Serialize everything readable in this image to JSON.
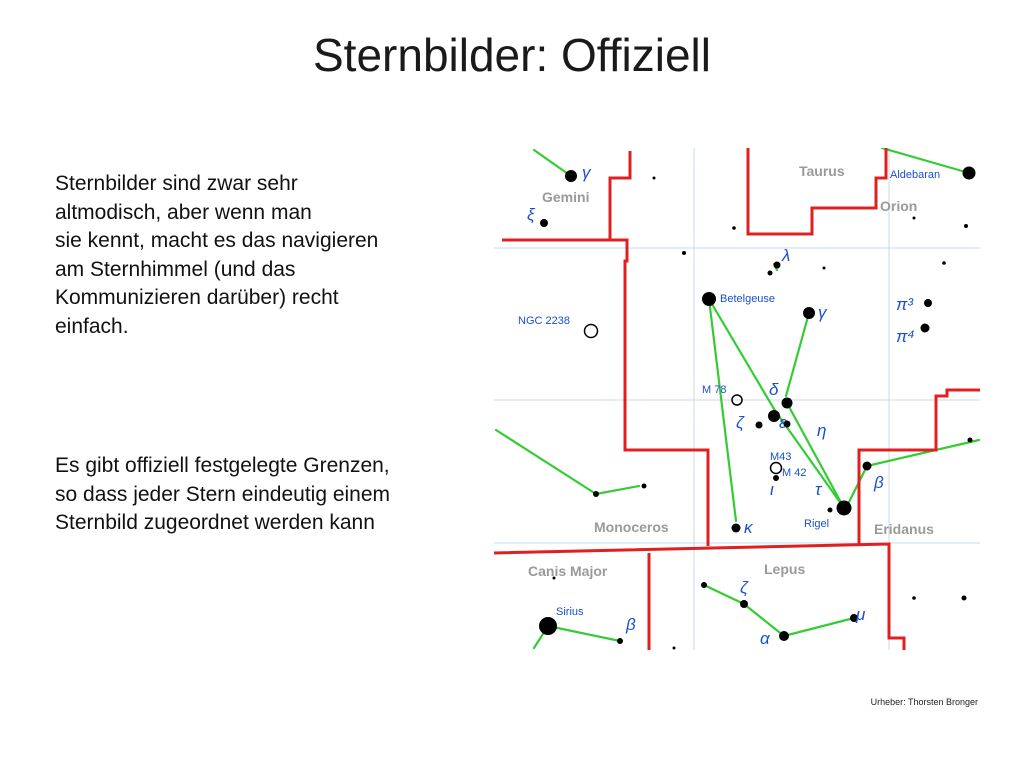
{
  "slide": {
    "title": "Sternbilder: Offiziell",
    "paragraph1": [
      "Sternbilder sind zwar sehr",
      "altmodisch, aber wenn man",
      "sie kennt, macht es das navigieren",
      "am Sternhimmel (und das",
      "Kommunizieren darüber) recht",
      "einfach."
    ],
    "paragraph2": [
      "Es gibt offiziell festgelegte Grenzen,",
      "so dass jeder Stern eindeutig einem",
      "Sternbild zugeordnet werden kann"
    ],
    "credit": "Urheber: Thorsten Bronger"
  },
  "map": {
    "constellations": {
      "taurus": "Taurus",
      "gemini": "Gemini",
      "orion": "Orion",
      "monoceros": "Monoceros",
      "eridanus": "Eridanus",
      "canis_major": "Canis Major",
      "lepus": "Lepus"
    },
    "stars": {
      "aldebaran": "Aldebaran",
      "betelgeuse": "Betelgeuse",
      "rigel": "Rigel",
      "sirius": "Sirius"
    },
    "objects": {
      "ngc2238": "NGC 2238",
      "m78": "M 78",
      "m43": "M43",
      "m42": "M 42"
    },
    "greek": {
      "gamma_gem": "γ",
      "xi_gem": "ξ",
      "lambda": "λ",
      "gamma_ori": "γ",
      "pi3": "π³",
      "pi4": "π⁴",
      "delta": "δ",
      "zeta_ori": "ζ",
      "epsilon": "ε",
      "eta": "η",
      "iota": "ι",
      "tau": "τ",
      "beta_eri": "β",
      "kappa": "κ",
      "zeta_lep": "ζ",
      "mu": "μ",
      "alpha": "α",
      "beta_cma": "β"
    },
    "colors": {
      "boundary": "#e02020",
      "figure": "#33cc33",
      "label_blue": "#1a4fd0",
      "grid": "#c8d8e8",
      "name_grey": "#9a9a9a"
    }
  }
}
